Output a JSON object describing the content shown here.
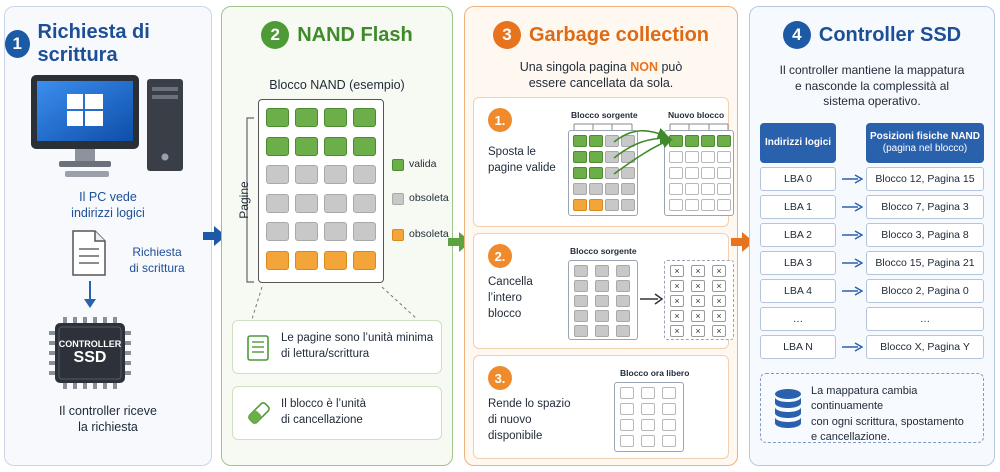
{
  "panel1": {
    "number": "1",
    "title": "Richiesta di scrittura",
    "pc_caption_1": "Il PC vede",
    "pc_caption_2": "indirizzi logici",
    "request_1": "Richiesta",
    "request_2": "di scrittura",
    "chip_1": "CONTROLLER",
    "chip_2": "SSD",
    "controller_caption_1": "Il controller riceve",
    "controller_caption_2": "la richiesta"
  },
  "panel2": {
    "number": "2",
    "title": "NAND Flash",
    "block_title": "Blocco NAND (esempio)",
    "pages_label": "Pagine",
    "legend_valid": "valida",
    "legend_obsolete_1": "obsoleta",
    "legend_obsolete_2": "obsoleta",
    "block_rows": [
      [
        "valid",
        "valid",
        "valid",
        "valid"
      ],
      [
        "valid",
        "valid",
        "valid",
        "valid"
      ],
      [
        "obs",
        "obs",
        "obs",
        "obs"
      ],
      [
        "obs",
        "obs",
        "obs",
        "obs"
      ],
      [
        "obs",
        "obs",
        "obs",
        "obs"
      ],
      [
        "orange",
        "orange",
        "orange",
        "orange"
      ]
    ],
    "info1_1": "Le pagine sono l’unità minima",
    "info1_2": "di lettura/scrittura",
    "info2_1": "Il blocco è l’unità",
    "info2_2": "di cancellazione",
    "colors": {
      "valid": "#6cae49",
      "obsolete": "#c8c8c8",
      "orange": "#f4a53a"
    }
  },
  "panel3": {
    "number": "3",
    "title": "Garbage collection",
    "intro_1a": "Una singola pagina ",
    "intro_1b": "NON",
    "intro_1c": " può",
    "intro_2": "essere cancellata da sola.",
    "step1": {
      "num": "1.",
      "l1": "Sposta le",
      "l2": "pagine valide",
      "src_label": "Blocco sorgente",
      "dst_label": "Nuovo blocco",
      "src_rows": [
        [
          "valid",
          "valid",
          "obs",
          "obs"
        ],
        [
          "valid",
          "valid",
          "obs",
          "obs"
        ],
        [
          "valid",
          "valid",
          "obs",
          "obs"
        ],
        [
          "obs",
          "obs",
          "obs",
          "obs"
        ],
        [
          "orange",
          "orange",
          "obs",
          "obs"
        ]
      ],
      "dst_rows": [
        [
          "valid",
          "valid",
          "valid",
          "valid"
        ],
        [
          "empty",
          "empty",
          "empty",
          "empty"
        ],
        [
          "empty",
          "empty",
          "empty",
          "empty"
        ],
        [
          "empty",
          "empty",
          "empty",
          "empty"
        ],
        [
          "empty",
          "empty",
          "empty",
          "empty"
        ]
      ]
    },
    "step2": {
      "num": "2.",
      "l1": "Cancella",
      "l2": "l’intero",
      "l3": "blocco",
      "src_label": "Blocco sorgente",
      "x_mark": "×"
    },
    "step3": {
      "num": "3.",
      "l1": "Rende lo spazio",
      "l2": "di nuovo",
      "l3": "disponibile",
      "free_label": "Blocco ora libero"
    }
  },
  "panel4": {
    "number": "4",
    "title": "Controller SSD",
    "intro_1": "Il controller mantiene la mappatura",
    "intro_2": "e nasconde la complessità al",
    "intro_3": "sistema operativo.",
    "hdr_logical": "Indirizzi logici",
    "hdr_physical_1": "Posizioni fisiche NAND",
    "hdr_physical_2": "(pagina nel blocco)",
    "rows": [
      {
        "lba": "LBA 0",
        "pos": "Blocco 12, Pagina 15"
      },
      {
        "lba": "LBA 1",
        "pos": "Blocco 7, Pagina 3"
      },
      {
        "lba": "LBA 2",
        "pos": "Blocco 3, Pagina 8"
      },
      {
        "lba": "LBA 3",
        "pos": "Blocco 15, Pagina 21"
      },
      {
        "lba": "LBA 4",
        "pos": "Blocco 2, Pagina 0"
      },
      {
        "lba": "…",
        "pos": "…"
      },
      {
        "lba": "LBA N",
        "pos": "Blocco X, Pagina Y"
      }
    ],
    "note_1": "La mappatura cambia continuamente",
    "note_2": "con ogni scrittura, spostamento",
    "note_3": "e cancellazione."
  }
}
